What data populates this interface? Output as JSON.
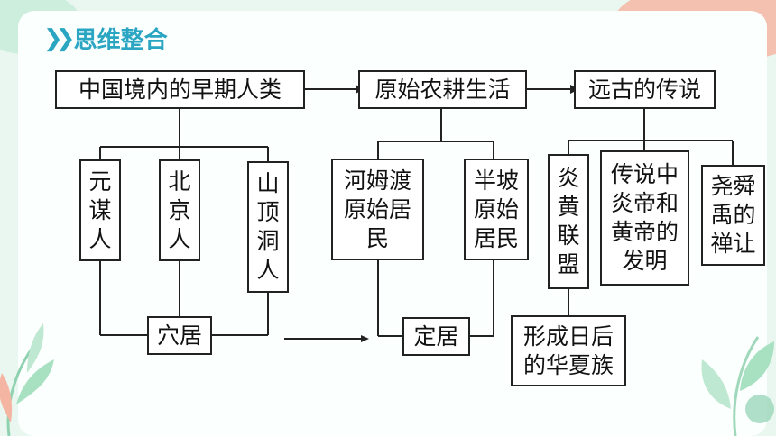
{
  "title": "思维整合",
  "nodes": {
    "early_humans": "中国境内的早期人类",
    "farming_life": "原始农耕生活",
    "ancient_legends": "远古的传说",
    "yuanmou": "元\n谋\n人",
    "beijing": "北\n京\n人",
    "shanding": "山\n顶\n洞\n人",
    "cave_dwelling": "穴居",
    "hemudu": "河姆渡\n原始居\n民",
    "banpo": "半坡\n原始\n居民",
    "settled": "定居",
    "yan_huang": "炎\n黄\n联\n盟",
    "inventions": "传说中\n炎帝和\n黄帝的\n发明",
    "abdication": "尧舜\n禹的\n禅让",
    "huaxia": "形成日后\n的华夏族"
  },
  "colors": {
    "accent": "#2aa6c2",
    "line": "#222222",
    "background": "#e9f7f0"
  }
}
